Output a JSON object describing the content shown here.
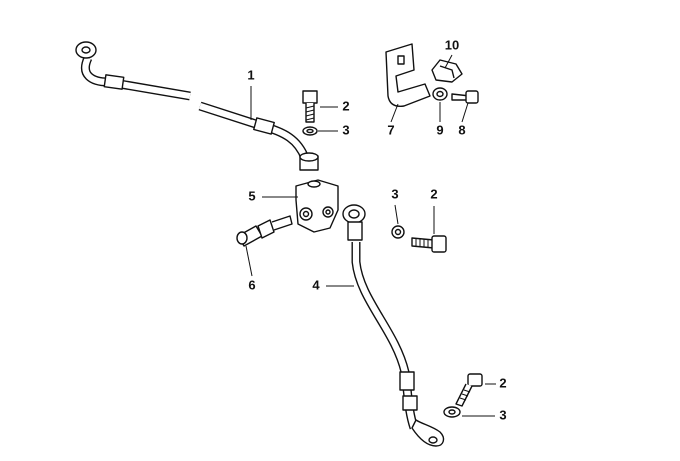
{
  "diagram": {
    "callouts": [
      {
        "id": "brake-line-top",
        "label": "1"
      },
      {
        "id": "bolt-top",
        "label": "2"
      },
      {
        "id": "washer-top",
        "label": "3"
      },
      {
        "id": "clip",
        "label": "10"
      },
      {
        "id": "bracket",
        "label": "7"
      },
      {
        "id": "washer-bracket",
        "label": "9"
      },
      {
        "id": "bolt-bracket",
        "label": "8"
      },
      {
        "id": "distributor",
        "label": "5"
      },
      {
        "id": "washer-mid",
        "label": "3"
      },
      {
        "id": "bolt-mid",
        "label": "2"
      },
      {
        "id": "bleeder-screw",
        "label": "6"
      },
      {
        "id": "brake-hose",
        "label": "4"
      },
      {
        "id": "bolt-bottom",
        "label": "2"
      },
      {
        "id": "washer-bottom",
        "label": "3"
      }
    ]
  }
}
